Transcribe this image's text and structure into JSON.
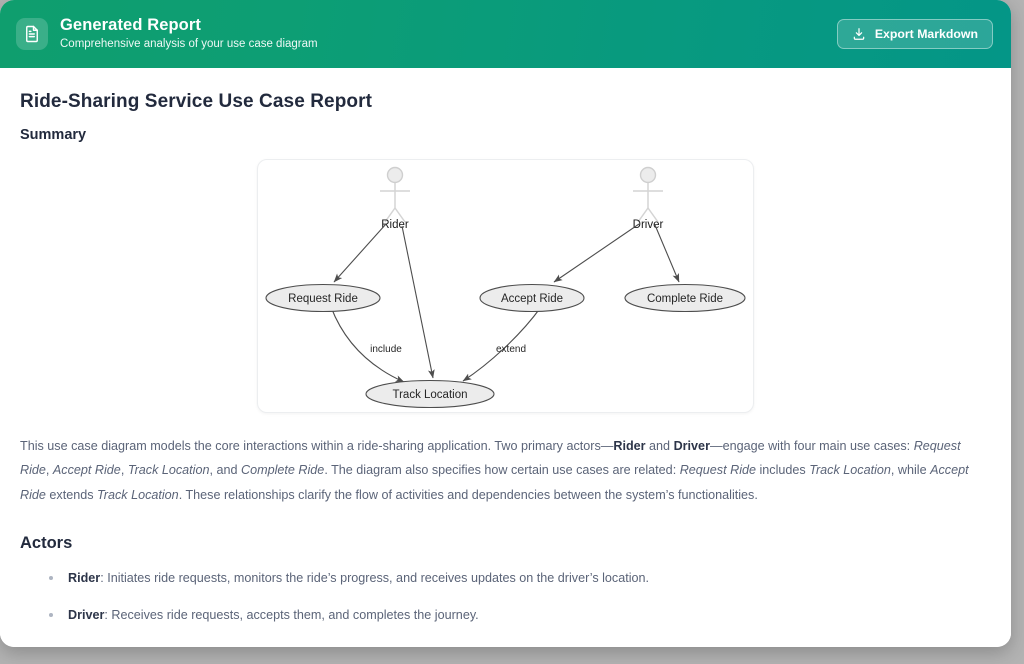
{
  "header": {
    "icon": "document-icon",
    "title": "Generated Report",
    "subtitle": "Comprehensive analysis of your use case diagram",
    "export_label": "Export Markdown",
    "export_icon": "download-icon",
    "gradient_from": "#0f9e6e",
    "gradient_to": "#049687"
  },
  "report": {
    "title": "Ride-Sharing Service Use Case Report",
    "summary_heading": "Summary",
    "actors_heading": "Actors"
  },
  "diagram": {
    "actors": [
      {
        "id": "rider",
        "label": "Rider"
      },
      {
        "id": "driver",
        "label": "Driver"
      }
    ],
    "use_cases": [
      {
        "id": "request",
        "label": "Request Ride"
      },
      {
        "id": "accept",
        "label": "Accept Ride"
      },
      {
        "id": "complete",
        "label": "Complete Ride"
      },
      {
        "id": "track",
        "label": "Track Location"
      }
    ],
    "edges": [
      {
        "from": "rider",
        "to": "request",
        "label": ""
      },
      {
        "from": "rider",
        "to": "track",
        "label": ""
      },
      {
        "from": "driver",
        "to": "accept",
        "label": ""
      },
      {
        "from": "driver",
        "to": "complete",
        "label": ""
      },
      {
        "from": "request",
        "to": "track",
        "label": "include"
      },
      {
        "from": "accept",
        "to": "track",
        "label": "extend"
      }
    ],
    "edge_labels": [
      {
        "id": "include",
        "text": "include"
      },
      {
        "id": "extend",
        "text": "extend"
      }
    ],
    "node_fill": "#ececec",
    "node_stroke": "#4d4d4d",
    "edge_stroke": "#4d4d4d"
  },
  "summary_paragraph": {
    "p1": "This use case diagram models the core interactions within a ride-sharing application. Two primary actors—",
    "b1": "Rider",
    "p2": " and ",
    "b2": "Driver",
    "p3": "—engage with four main use cases: ",
    "i1": "Request Ride",
    "p4": ", ",
    "i2": "Accept Ride",
    "p5": ", ",
    "i3": "Track Location",
    "p6": ", and ",
    "i4": "Complete Ride",
    "p7": ". The diagram also specifies how certain use cases are related: ",
    "i5": "Request Ride",
    "p8": " includes ",
    "i6": "Track Location",
    "p9": ", while ",
    "i7": "Accept Ride",
    "p10": " extends ",
    "i8": "Track Location",
    "p11": ". These relationships clarify the flow of activities and dependencies between the system’s functionalities."
  },
  "actors_list": [
    {
      "name": "Rider",
      "sep": ": ",
      "desc": "Initiates ride requests, monitors the ride’s progress, and receives updates on the driver’s location."
    },
    {
      "name": "Driver",
      "sep": ": ",
      "desc": "Receives ride requests, accepts them, and completes the journey."
    }
  ]
}
